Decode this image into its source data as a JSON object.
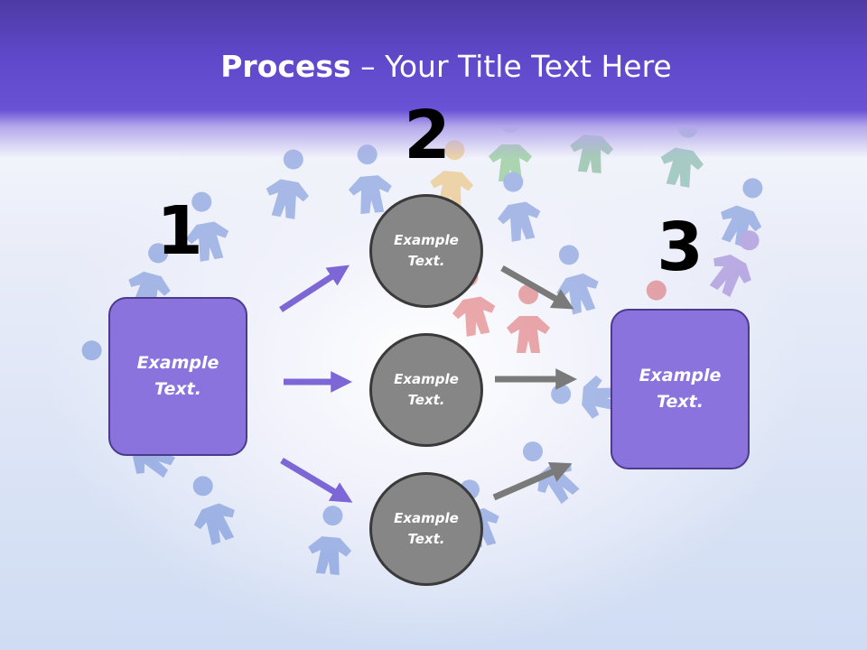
{
  "slide": {
    "title_bold": "Process",
    "title_dash": " – ",
    "title_rest": "Your Title Text Here"
  },
  "steps": {
    "one": {
      "number": "1",
      "text": "Example Text."
    },
    "two": {
      "number": "2"
    },
    "three": {
      "number": "3",
      "text": "Example Text."
    }
  },
  "circles": [
    {
      "text": "Example Text."
    },
    {
      "text": "Example Text."
    },
    {
      "text": "Example Text."
    }
  ],
  "colors": {
    "header": "#6a52d6",
    "box_fill": "#8a73dc",
    "box_border": "#4b3b8c",
    "circle_fill": "#868686",
    "purple_arrow": "#7d66d6",
    "gray_arrow": "#7a7a7a"
  }
}
